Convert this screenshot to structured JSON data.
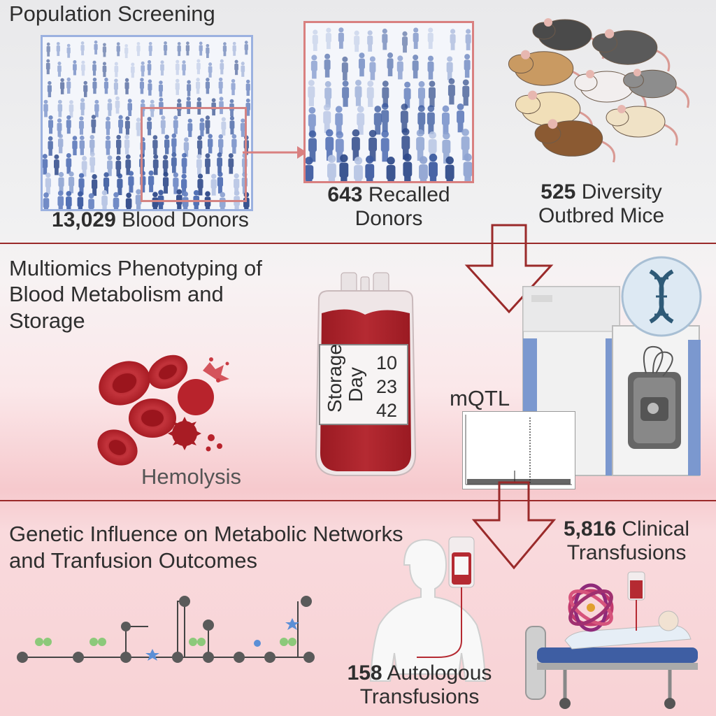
{
  "sections": {
    "screening": {
      "title": "Population Screening"
    },
    "phenotyping": {
      "title_line1": "Multiomics Phenotyping of",
      "title_line2": "Blood Metabolism and",
      "title_line3": "Storage"
    },
    "genetic": {
      "title_line1": "Genetic Influence on Metabolic Networks",
      "title_line2": "and Tranfusion Outcomes"
    }
  },
  "cohorts": {
    "blood_donors": {
      "count": "13,029",
      "label": "Blood Donors"
    },
    "recalled": {
      "count": "643",
      "label_line1": "Recalled",
      "label_line2": "Donors"
    },
    "mice": {
      "count": "525",
      "label_line1": "Diversity",
      "label_line2": "Outbred Mice"
    },
    "autologous": {
      "count": "158",
      "label_line1": "Autologous",
      "label_line2": "Transfusions"
    },
    "clinical": {
      "count": "5,816",
      "label_line1": "Clinical",
      "label_line2": "Transfusions"
    }
  },
  "storage_bag": {
    "label_line1": "Storage",
    "label_line2": "Day",
    "days": [
      "10",
      "23",
      "42"
    ]
  },
  "labels": {
    "hemolysis": "Hemolysis",
    "mqtl": "mQTL"
  },
  "icons": [
    "crowd-icon",
    "mouse-icon",
    "dna-icon",
    "mass-spectrometer-icon",
    "red-blood-cell-icon",
    "blood-bag-icon",
    "manhattan-plot-icon",
    "metabolic-network-icon",
    "patient-body-icon",
    "hospital-bed-icon",
    "protein-icon"
  ],
  "colors": {
    "accent_red": "#9a2a2a",
    "blood_red": "#b0222a",
    "donor_blue": "#2f4a8a",
    "frame_blue": "#7f9bd6",
    "frame_red": "#d98080",
    "instrument_blue": "#6f8fc9",
    "node_gray": "#555555",
    "node_green": "#8cc97a"
  }
}
